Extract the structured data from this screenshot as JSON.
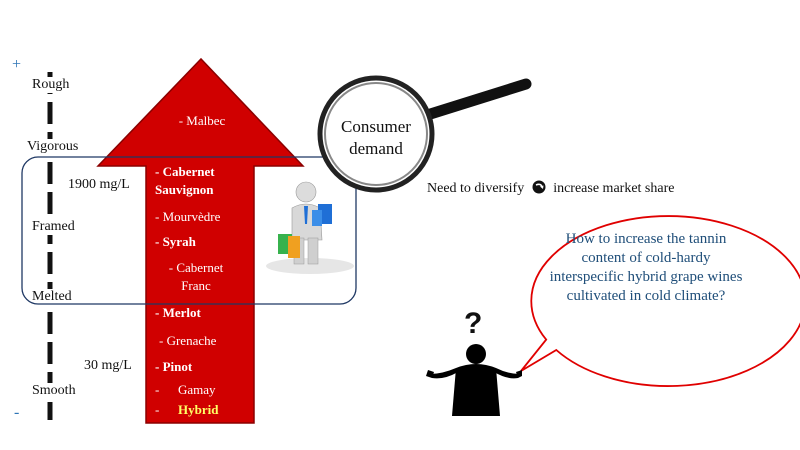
{
  "scale": {
    "plus": "+",
    "minus": "-",
    "levels": [
      "Rough",
      "Vigorous",
      "Framed",
      "Melted",
      "Smooth"
    ]
  },
  "concentrations": {
    "high": "1900 mg/L",
    "low": "30 mg/L"
  },
  "wines": {
    "malbec": "- Malbec",
    "cabernet_sauvignon": "- Cabernet Sauvignon",
    "mourvedre": "- Mourvèdre",
    "syrah": "- Syrah",
    "cabernet_franc": "- Cabernet Franc",
    "merlot": "- Merlot",
    "grenache": "- Grenache",
    "pinot": "- Pinot",
    "gamay_prefix": "-",
    "gamay": "Gamay",
    "hybrid_prefix": "-",
    "hybrid": "Hybrid"
  },
  "magnifier_text": "Consumer demand",
  "diversify": {
    "left": "Need to diversify",
    "arrow_icon": "curved-arrow-icon",
    "right": "increase market share"
  },
  "question": "How to increase the tannin content of cold-hardy interspecific hybrid grape wines cultivated in cold climate?",
  "question_mark": "?",
  "colors": {
    "arrow": "#d00000",
    "arrow_border": "#8b0000",
    "frame": "#1f3864",
    "callout_border": "#e00000",
    "question_text": "#1f4e79",
    "hybrid": "#ffff66",
    "plus_minus": "#2e75b6"
  }
}
